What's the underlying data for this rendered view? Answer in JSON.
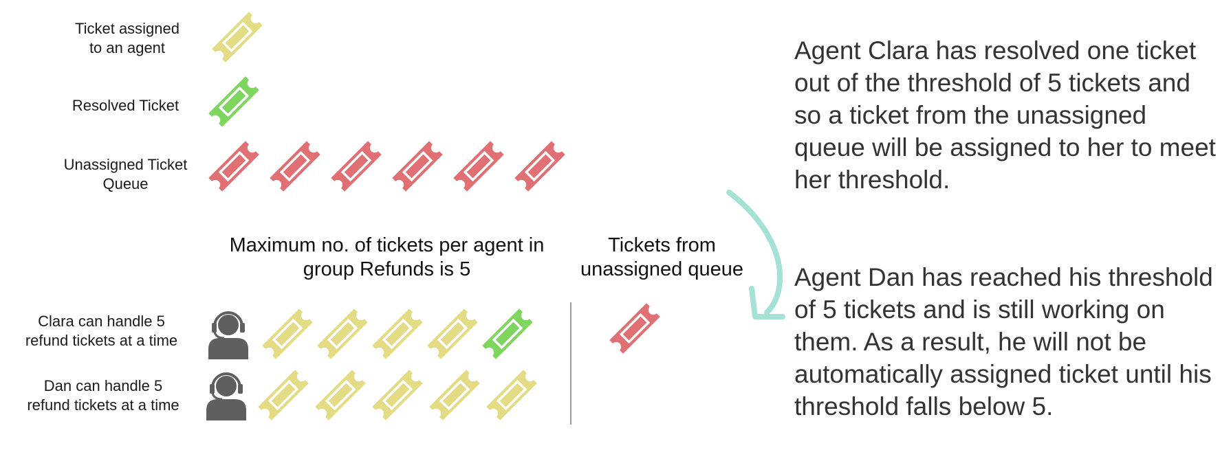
{
  "colors": {
    "assigned": "#e3dc85",
    "resolved": "#7fd65e",
    "unassigned": "#e07074",
    "agent": "#5f5f5f",
    "arrow": "#a6e1d6",
    "paragraph_text": "#333333"
  },
  "legend": {
    "assigned_line1": "Ticket assigned",
    "assigned_line2": "to an agent",
    "resolved": "Resolved Ticket",
    "unassigned_line1": "Unassigned Ticket",
    "unassigned_line2": "Queue",
    "unassigned_queue_count": 6
  },
  "headings": {
    "max_line1": "Maximum no. of tickets per agent in",
    "max_line2": "group Refunds is 5",
    "from_line1": "Tickets from",
    "from_line2": "unassigned queue"
  },
  "agents": [
    {
      "label_line1": "Clara can handle 5",
      "label_line2": "refund tickets at a time",
      "tickets": [
        "assigned",
        "assigned",
        "assigned",
        "assigned",
        "resolved"
      ],
      "incoming": [
        "unassigned"
      ]
    },
    {
      "label_line1": "Dan can handle 5",
      "label_line2": "refund tickets at a time",
      "tickets": [
        "assigned",
        "assigned",
        "assigned",
        "assigned",
        "assigned"
      ],
      "incoming": []
    }
  ],
  "paragraphs": {
    "clara": "Agent Clara has resolved one ticket out of the threshold of 5 tickets and so a ticket from the unassigned queue will be assigned to her to meet her threshold.",
    "dan": "Agent Dan has reached his threshold of 5 tickets and is still working on them. As a result, he will not be automatically assigned ticket until his threshold falls below 5."
  }
}
